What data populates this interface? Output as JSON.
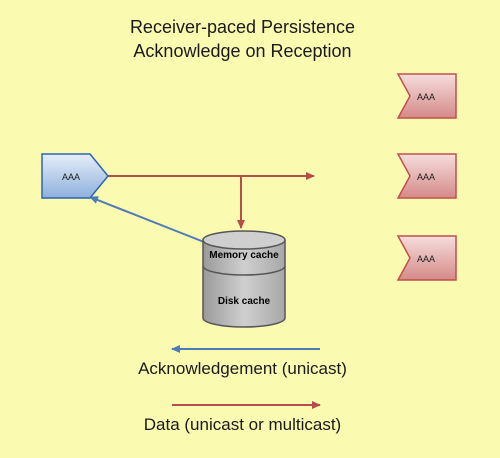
{
  "title": {
    "line1": "Receiver-paced Persistence",
    "line2": "Acknowledge on Reception"
  },
  "sender": {
    "label": "AAA"
  },
  "receivers": [
    {
      "label": "AAA"
    },
    {
      "label": "AAA"
    },
    {
      "label": "AAA"
    }
  ],
  "store": {
    "memory_label": "Memory cache",
    "disk_label": "Disk cache"
  },
  "legend": {
    "ack_label": "Acknowledgement (unicast)",
    "data_label": "Data (unicast or multicast)"
  },
  "colors": {
    "background": "#fafab0",
    "data_arrow": "#b84b4b",
    "ack_arrow": "#4f7ab8",
    "sender_fill": "#2e64b2",
    "receiver_fill": "#c0504d",
    "cylinder_fill": "#a9a9a9"
  }
}
